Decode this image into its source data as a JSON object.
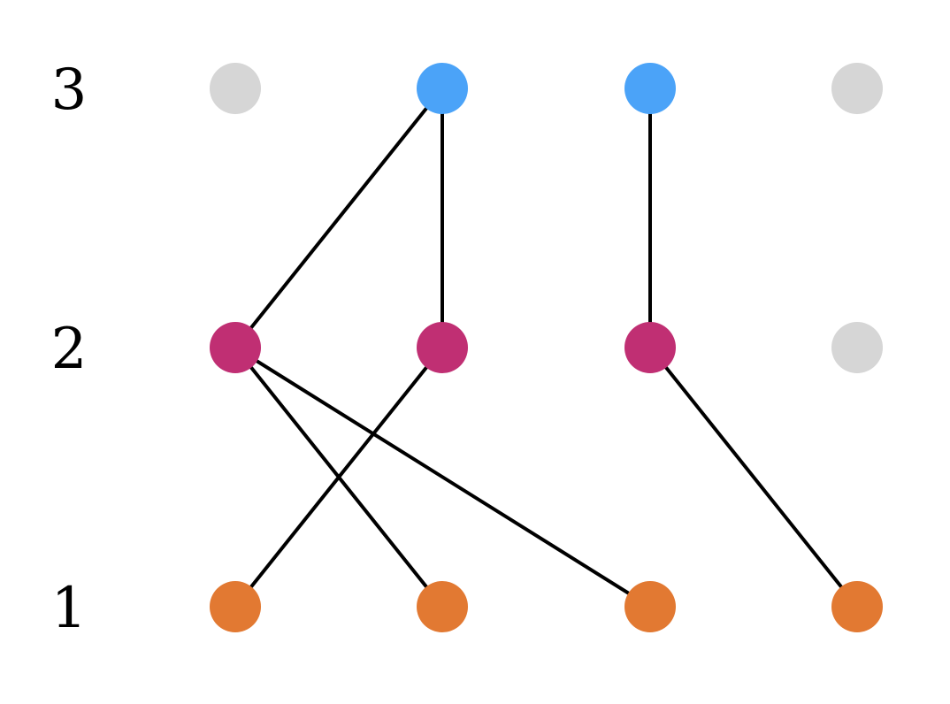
{
  "rows": [
    {
      "label": "3",
      "nodes": [
        {
          "id": "n3_1",
          "state": "inactive"
        },
        {
          "id": "n3_2",
          "state": "active"
        },
        {
          "id": "n3_3",
          "state": "active"
        },
        {
          "id": "n3_4",
          "state": "inactive"
        }
      ]
    },
    {
      "label": "2",
      "nodes": [
        {
          "id": "n2_1",
          "state": "active"
        },
        {
          "id": "n2_2",
          "state": "active"
        },
        {
          "id": "n2_3",
          "state": "active"
        },
        {
          "id": "n2_4",
          "state": "inactive"
        }
      ]
    },
    {
      "label": "1",
      "nodes": [
        {
          "id": "n1_1",
          "state": "active"
        },
        {
          "id": "n1_2",
          "state": "active"
        },
        {
          "id": "n1_3",
          "state": "active"
        },
        {
          "id": "n1_4",
          "state": "active"
        }
      ]
    }
  ],
  "colors": {
    "row_3": "#4BA3F8",
    "row_2": "#C02F73",
    "row_1": "#E27932",
    "inactive": "#D6D6D6",
    "edge": "#000000"
  },
  "edges": [
    {
      "from": "n3_2",
      "to": "n2_1"
    },
    {
      "from": "n3_2",
      "to": "n2_2"
    },
    {
      "from": "n3_3",
      "to": "n2_3"
    },
    {
      "from": "n2_1",
      "to": "n1_2"
    },
    {
      "from": "n2_1",
      "to": "n1_3"
    },
    {
      "from": "n2_2",
      "to": "n1_1"
    },
    {
      "from": "n2_3",
      "to": "n1_4"
    }
  ]
}
